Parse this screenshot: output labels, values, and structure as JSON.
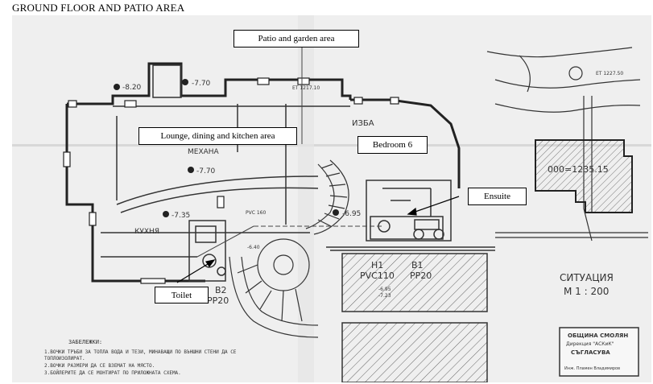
{
  "title": "GROUND FLOOR AND PATIO AREA",
  "callouts": {
    "patio": "Patio and garden area",
    "lounge": "Lounge, dining and kitchen area",
    "bedroom": "Bedroom 6",
    "ensuite": "Ensuite",
    "toilet": "Toilet"
  },
  "plan_text": {
    "izba": "ИЗБА",
    "mehana": "МЕХАНА",
    "kuhnya": "КУХНЯ",
    "level_820": "-8.20",
    "level_770a": "-7.70",
    "level_770b": "-7.70",
    "level_735": "-7.35",
    "level_695": "-6.95",
    "h1": "H1",
    "pvc110": "PVC110",
    "b1": "B1",
    "pp20a": "PP20",
    "b2": "B2",
    "pp20b": "PP20",
    "level_640": "-6.40",
    "level_695b": "-6.95",
    "level_723": "-7.23",
    "elev_top": "EТ 1217.10",
    "elev_right": "EТ 1227.50",
    "pvc160": "PVC 160",
    "situation": "СИТУАЦИЯ",
    "scale": "M 1 : 200",
    "area_label": "000=1235.15",
    "notes_title": "ЗАБЕЛЕЖКИ:",
    "note1": "1.ВОЧКИ ТРЪБИ ЗА ТОПЛА ВОДА И ТЕЗИ, МИНАВАЩИ ПО ВЪНШНИ СТЕНИ ДА СЕ",
    "note1b": "ТОПЛОИЗОЛИРАТ.",
    "note2": "2.ВОЧКИ РАЗМЕРИ ДА СЕ ВЗЕМАТ НА МЯСТО.",
    "note3": "3.БОЙЛЕРИТЕ ДА СЕ МОНТИРАТ ПО ПРИЛОЖНАТА СХЕМА.",
    "stamp1": "ОБЩИНА СМОЛЯН",
    "stamp2": "Дирекция \"АСКиК\"",
    "stamp3": "СЪГЛАСУВА",
    "stamp4": "Инж. Пламен Владимиров"
  }
}
